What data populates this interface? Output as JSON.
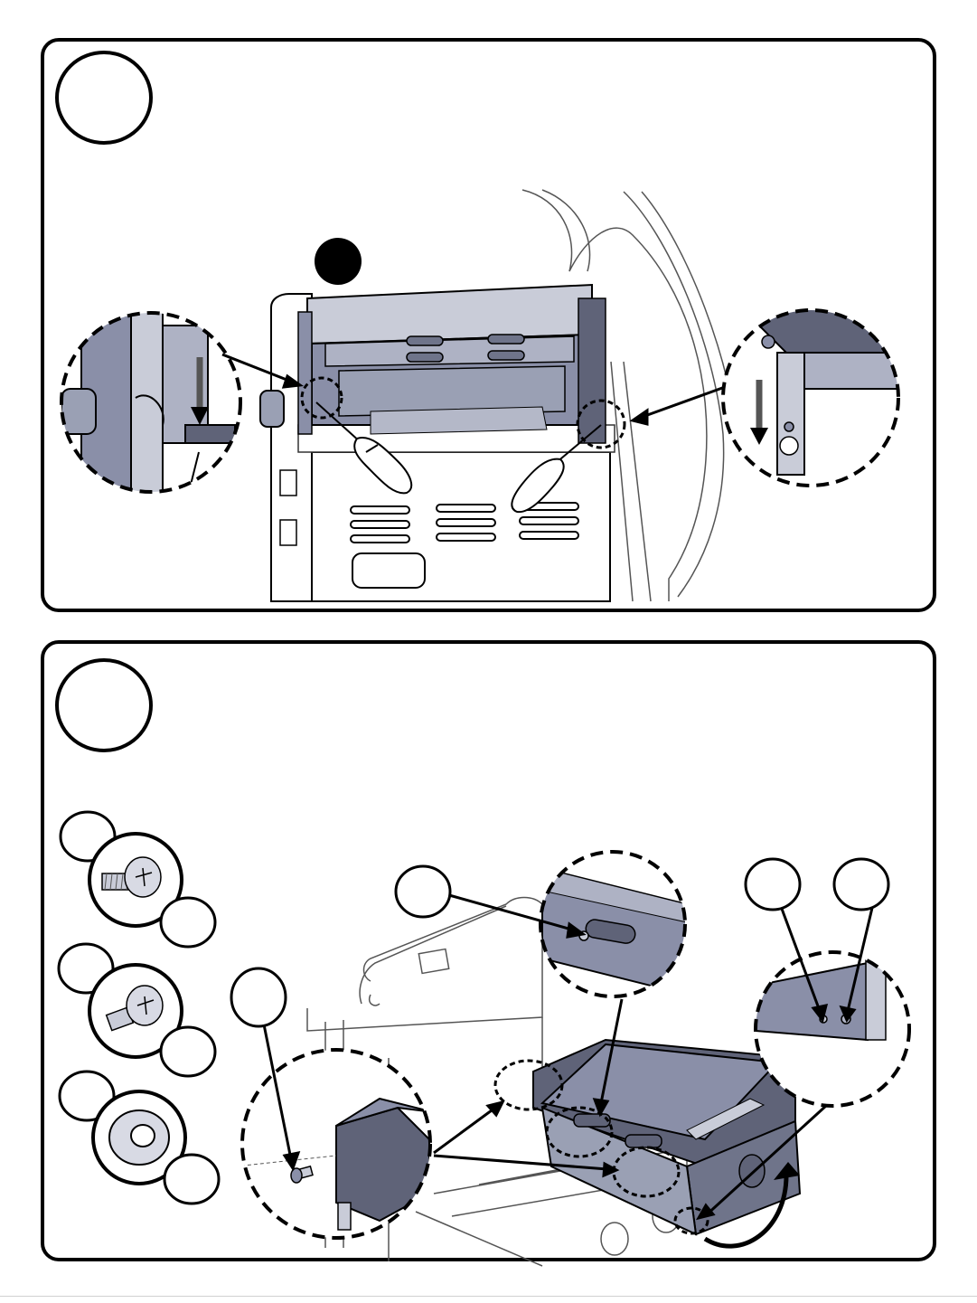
{
  "document": {
    "type": "assembly-instructions",
    "panels": [
      {
        "id": "step-a",
        "step_number": "",
        "instruction_text": "",
        "callouts": [
          "left-detail-zoom",
          "right-detail-zoom"
        ],
        "icons": [
          "screwdriver-hand-icon",
          "down-arrow-icon",
          "filled-marker-dot"
        ]
      },
      {
        "id": "step-b",
        "step_number": "",
        "instruction_text": "",
        "hardware": [
          {
            "name": "pan-head-screw-long",
            "icon": "screw-icon",
            "label": "",
            "qty": ""
          },
          {
            "name": "pan-head-screw-short",
            "icon": "screw-icon",
            "label": "",
            "qty": ""
          },
          {
            "name": "flat-washer",
            "icon": "washer-icon",
            "label": "",
            "qty": ""
          }
        ],
        "part_labels": [
          "",
          "",
          "",
          ""
        ],
        "icons": [
          "rotate-arrow-icon"
        ]
      }
    ]
  },
  "colors": {
    "line": "#000000",
    "part_fill": "#8a8fa8",
    "part_dark": "#5f6378",
    "part_light": "#c9ccd8",
    "background": "#ffffff"
  }
}
